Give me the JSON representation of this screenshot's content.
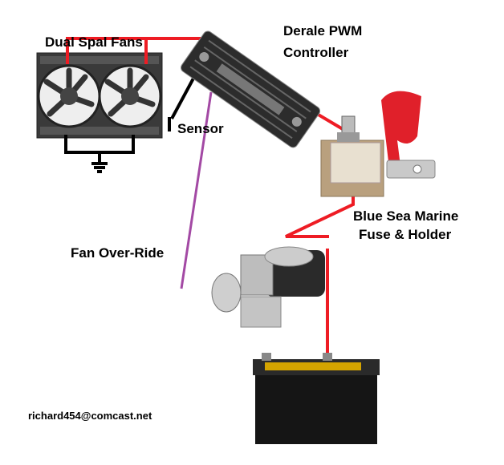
{
  "labels": {
    "fans": "Dual Spal Fans",
    "controller_line1": "Derale PWM",
    "controller_line2": "Controller",
    "sensor": "Sensor",
    "fuse_line1": "Blue Sea Marine",
    "fuse_line2": "Fuse & Holder",
    "override": "Fan Over-Ride",
    "email": "richard454@comcast.net"
  },
  "colors": {
    "power_wire": "#ee1c24",
    "ground_wire": "#000000",
    "override_wire": "#a349a4"
  }
}
